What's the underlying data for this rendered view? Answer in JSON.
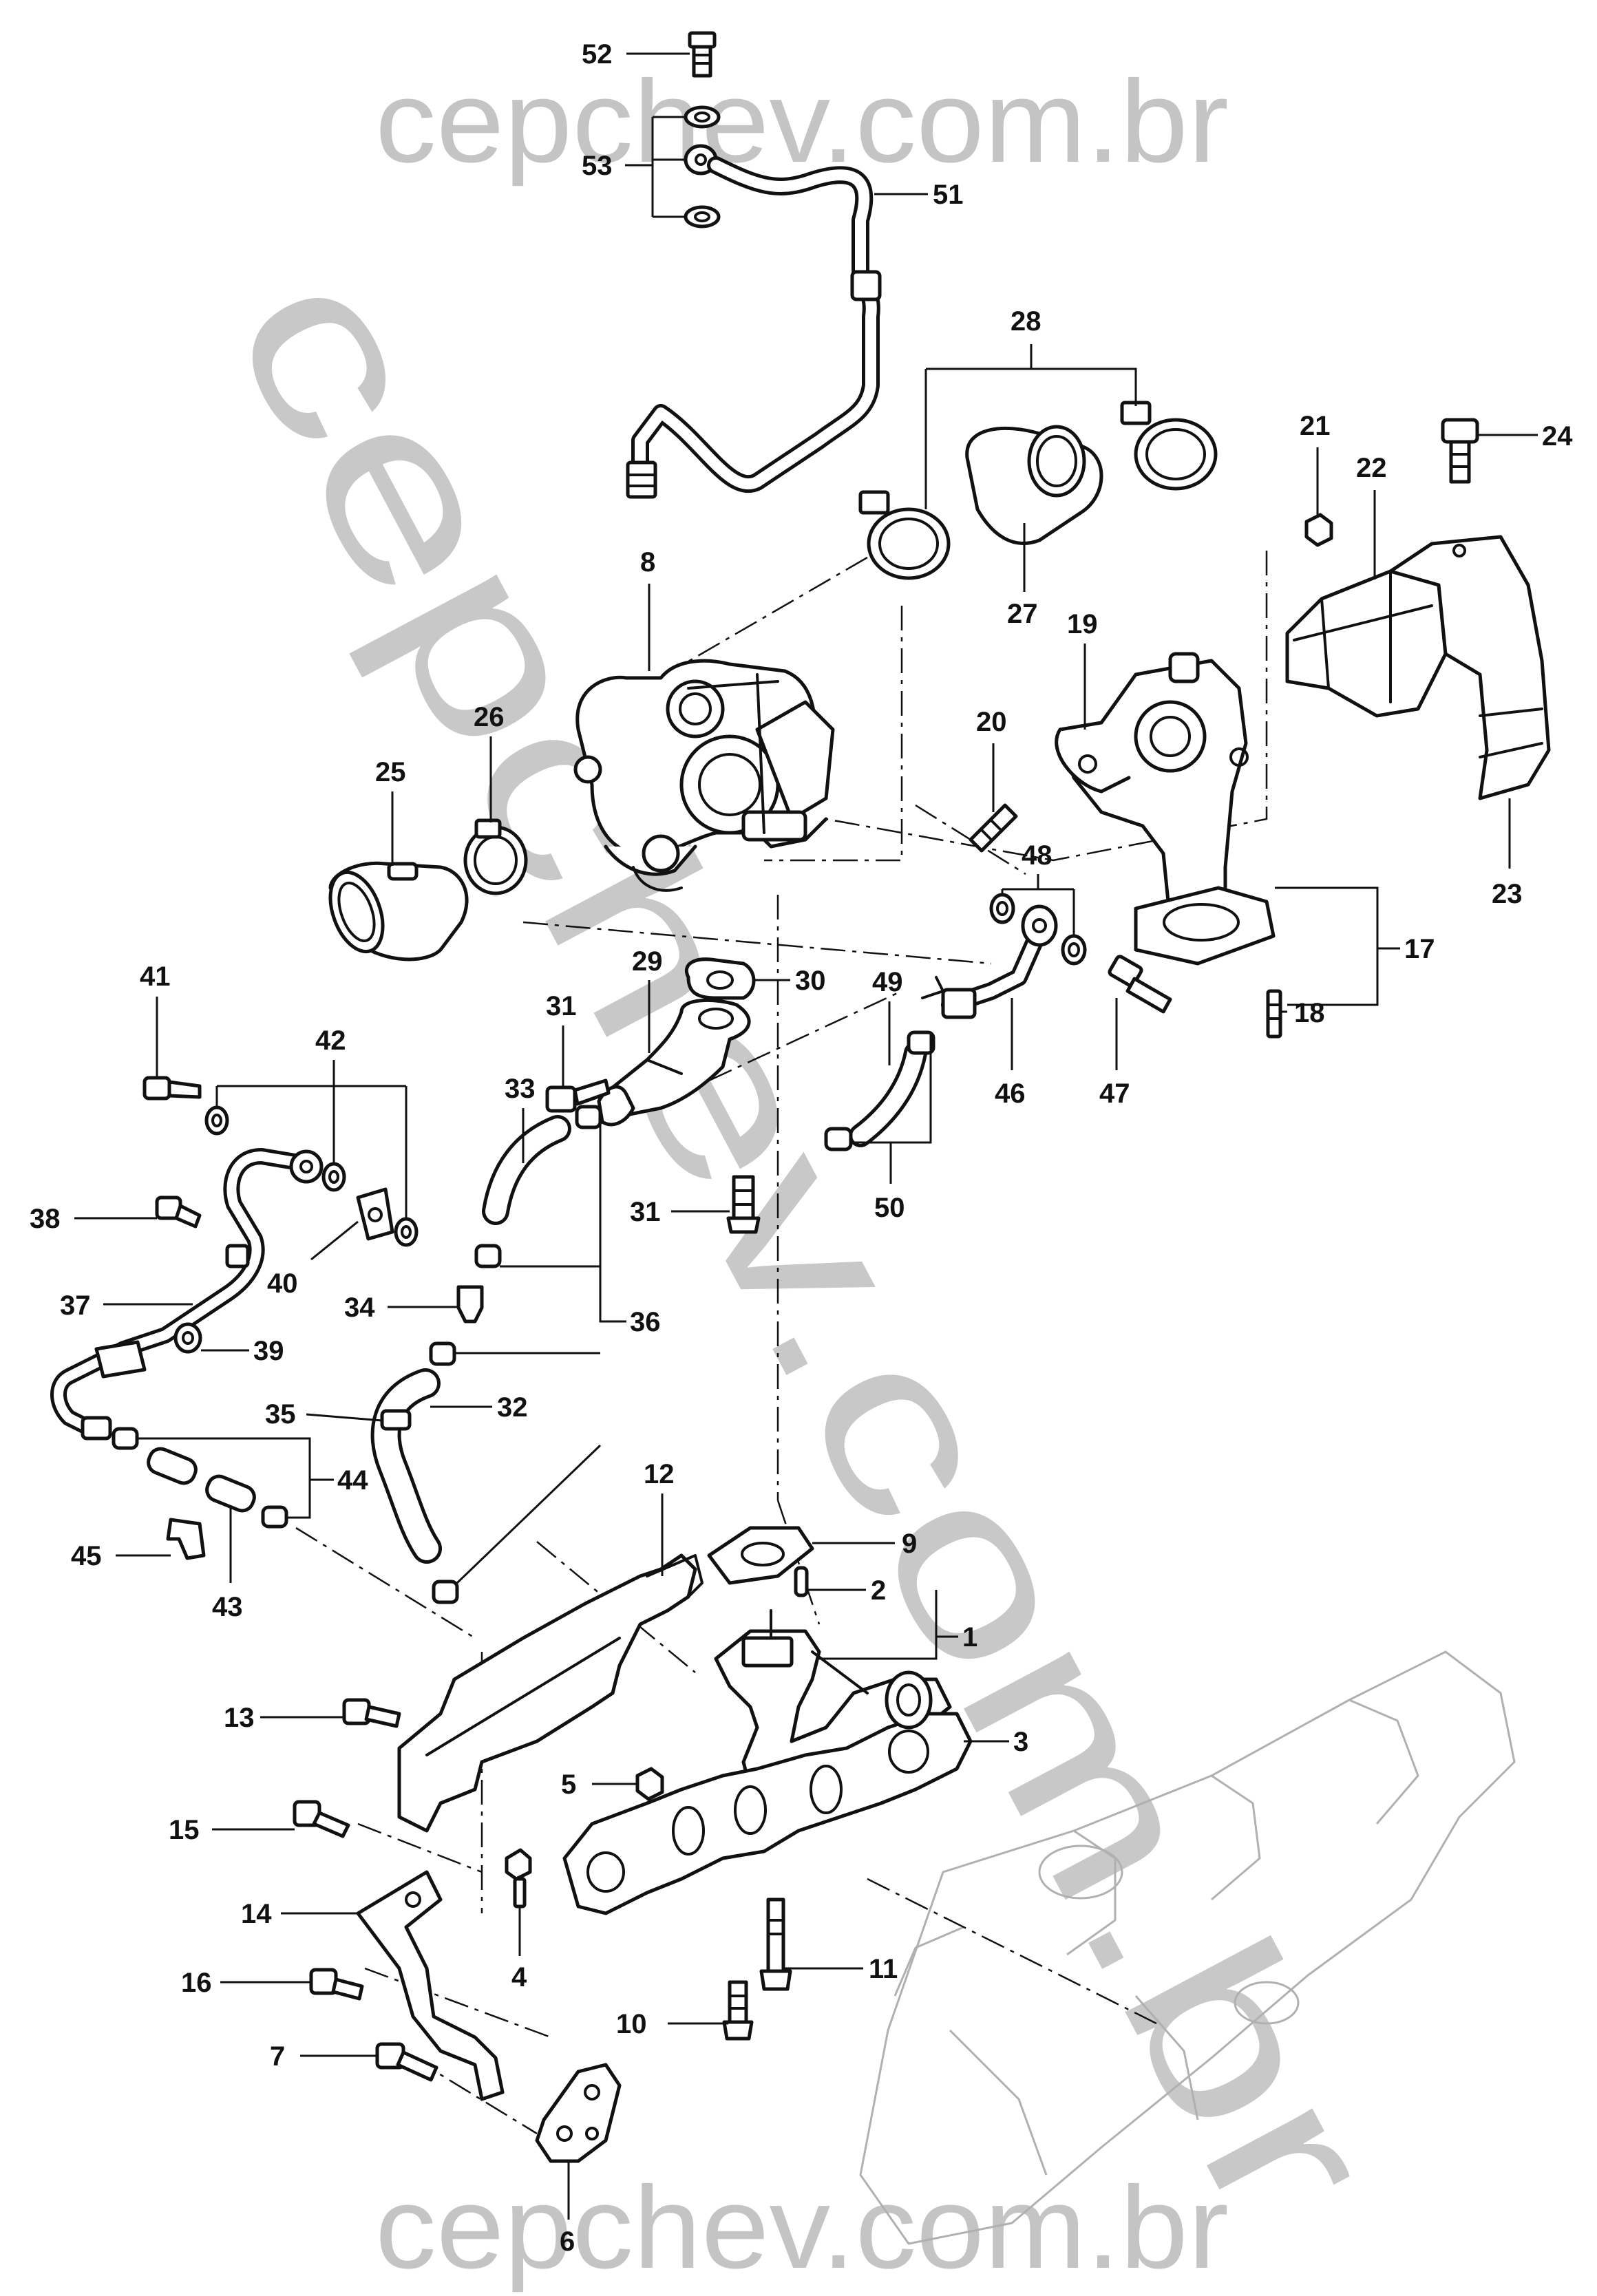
{
  "watermarks": {
    "top": "cepchev.com.br",
    "bottom": "cepchev.com.br",
    "diagonal": "cepchev.com.br"
  },
  "callouts": {
    "c1": "1",
    "c2": "2",
    "c3": "3",
    "c4": "4",
    "c5": "5",
    "c6": "6",
    "c7": "7",
    "c8": "8",
    "c9": "9",
    "c10": "10",
    "c11": "11",
    "c12": "12",
    "c13": "13",
    "c14": "14",
    "c15": "15",
    "c16": "16",
    "c17": "17",
    "c18": "18",
    "c19": "19",
    "c20": "20",
    "c21": "21",
    "c22": "22",
    "c23": "23",
    "c24": "24",
    "c25": "25",
    "c26": "26",
    "c27": "27",
    "c28": "28",
    "c29": "29",
    "c30": "30",
    "c31a": "31",
    "c31b": "31",
    "c32": "32",
    "c33": "33",
    "c34": "34",
    "c35": "35",
    "c36": "36",
    "c37": "37",
    "c38": "38",
    "c39": "39",
    "c40": "40",
    "c41": "41",
    "c42": "42",
    "c43": "43",
    "c44": "44",
    "c45": "45",
    "c46": "46",
    "c47": "47",
    "c48": "48",
    "c49": "49",
    "c50": "50",
    "c51": "51",
    "c52": "52",
    "c53": "53"
  },
  "colors": {
    "line": "#111111",
    "watermark": "#c4c4c4",
    "engine_outline": "#b0b0b0",
    "background": "#ffffff"
  }
}
